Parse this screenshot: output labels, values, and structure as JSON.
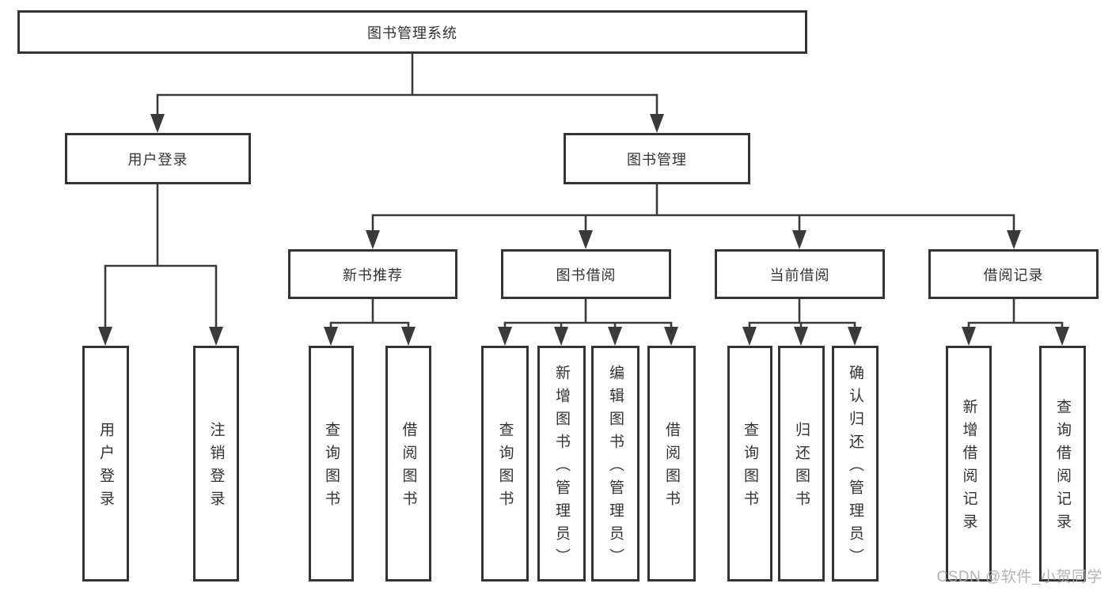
{
  "diagram": {
    "type": "hierarchy-tree",
    "root": {
      "label": "图书管理系统"
    },
    "level2": [
      {
        "label": "用户登录"
      },
      {
        "label": "图书管理"
      }
    ],
    "level3": [
      {
        "label": "新书推荐"
      },
      {
        "label": "图书借阅"
      },
      {
        "label": "当前借阅"
      },
      {
        "label": "借阅记录"
      }
    ],
    "leaves": {
      "user_login": [
        {
          "label": "用户登录"
        },
        {
          "label": "注销登录"
        }
      ],
      "new_books": [
        {
          "label": "查询图书"
        },
        {
          "label": "借阅图书"
        }
      ],
      "book_borrow": [
        {
          "label": "查询图书"
        },
        {
          "label": "新增图书（管理员）"
        },
        {
          "label": "编辑图书（管理员）"
        },
        {
          "label": "借阅图书"
        }
      ],
      "current_borrow": [
        {
          "label": "查询图书"
        },
        {
          "label": "归还图书"
        },
        {
          "label": "确认归还（管理员）"
        }
      ],
      "borrow_records": [
        {
          "label": "新增借阅记录"
        },
        {
          "label": "查询借阅记录"
        }
      ]
    },
    "watermark": "CSDN @软件_小贺同学"
  },
  "colors": {
    "line": "#3a3a3a",
    "border": "#343434",
    "fill": "#ffffff",
    "text": "#333333",
    "watermark": "#ababab",
    "bg": "#ffffff"
  }
}
